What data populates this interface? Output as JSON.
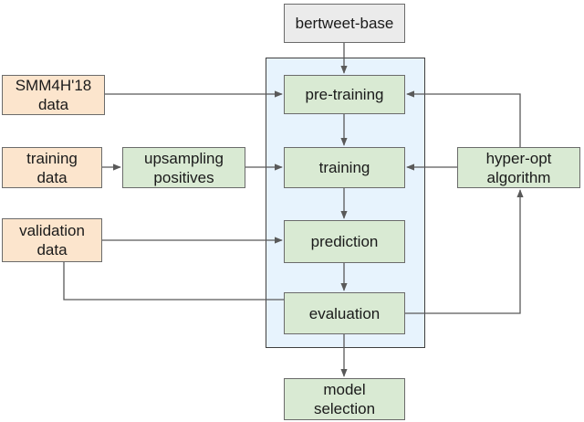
{
  "nodes": {
    "bertweet": {
      "label": "bertweet-base",
      "fill": "gray"
    },
    "smm4h": {
      "label": "SMM4H'18\ndata",
      "fill": "orange"
    },
    "training_data": {
      "label": "training\ndata",
      "fill": "orange"
    },
    "validation_data": {
      "label": "validation\ndata",
      "fill": "orange"
    },
    "upsampling": {
      "label": "upsampling\npositives",
      "fill": "green"
    },
    "pretraining": {
      "label": "pre-training",
      "fill": "green"
    },
    "training": {
      "label": "training",
      "fill": "green"
    },
    "prediction": {
      "label": "prediction",
      "fill": "green"
    },
    "evaluation": {
      "label": "evaluation",
      "fill": "green"
    },
    "hyperopt": {
      "label": "hyper-opt\nalgorithm",
      "fill": "green"
    },
    "model_selection": {
      "label": "model\nselection",
      "fill": "green"
    }
  },
  "edges": [
    {
      "from": "bertweet",
      "to": "pretraining"
    },
    {
      "from": "smm4h",
      "to": "pretraining"
    },
    {
      "from": "training_data",
      "to": "upsampling"
    },
    {
      "from": "upsampling",
      "to": "training"
    },
    {
      "from": "validation_data",
      "to": "prediction"
    },
    {
      "from": "validation_data",
      "to": "evaluation"
    },
    {
      "from": "pretraining",
      "to": "training"
    },
    {
      "from": "training",
      "to": "prediction"
    },
    {
      "from": "prediction",
      "to": "evaluation"
    },
    {
      "from": "evaluation",
      "to": "hyperopt"
    },
    {
      "from": "hyperopt",
      "to": "pretraining"
    },
    {
      "from": "hyperopt",
      "to": "training"
    },
    {
      "from": "evaluation",
      "to": "model_selection"
    }
  ],
  "colors": {
    "gray": "#ebebeb",
    "orange": "#fce5cd",
    "green": "#d9ead3",
    "container": "#e7f3fd",
    "edge": "#595959"
  }
}
